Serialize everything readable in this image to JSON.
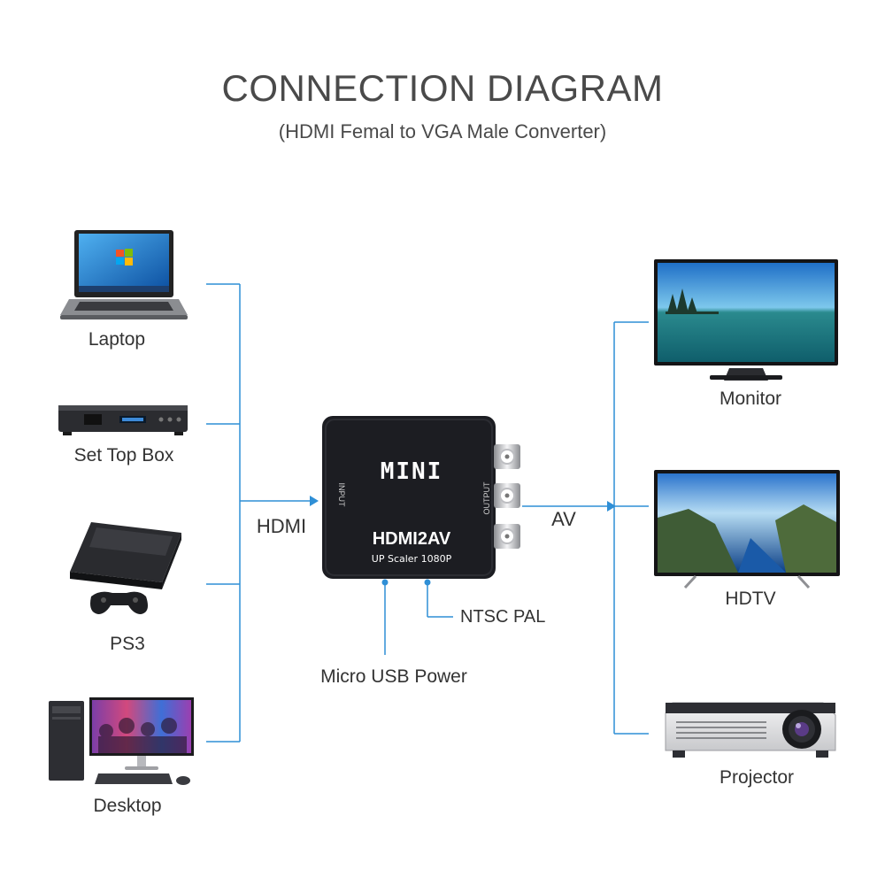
{
  "title": "CONNECTION DIAGRAM",
  "subtitle": "(HDMI Femal to VGA Male Converter)",
  "inputs": {
    "laptop": "Laptop",
    "set_top_box": "Set Top Box",
    "ps3": "PS3",
    "desktop": "Desktop"
  },
  "outputs": {
    "monitor": "Monitor",
    "hdtv": "HDTV",
    "projector": "Projector"
  },
  "connections": {
    "hdmi": "HDMI",
    "av": "AV",
    "ntsc_pal": "NTSC PAL",
    "micro_usb_power": "Micro USB Power"
  },
  "converter": {
    "brand": "MINI",
    "model": "HDMI2AV",
    "spec": "UP Scaler 1080P",
    "input_side": "INPUT",
    "output_side": "OUTPUT"
  },
  "colors": {
    "wire": "#2f8fd6",
    "text": "#333333",
    "title": "#4a4a4a",
    "converter_body": "#1c1d22"
  }
}
